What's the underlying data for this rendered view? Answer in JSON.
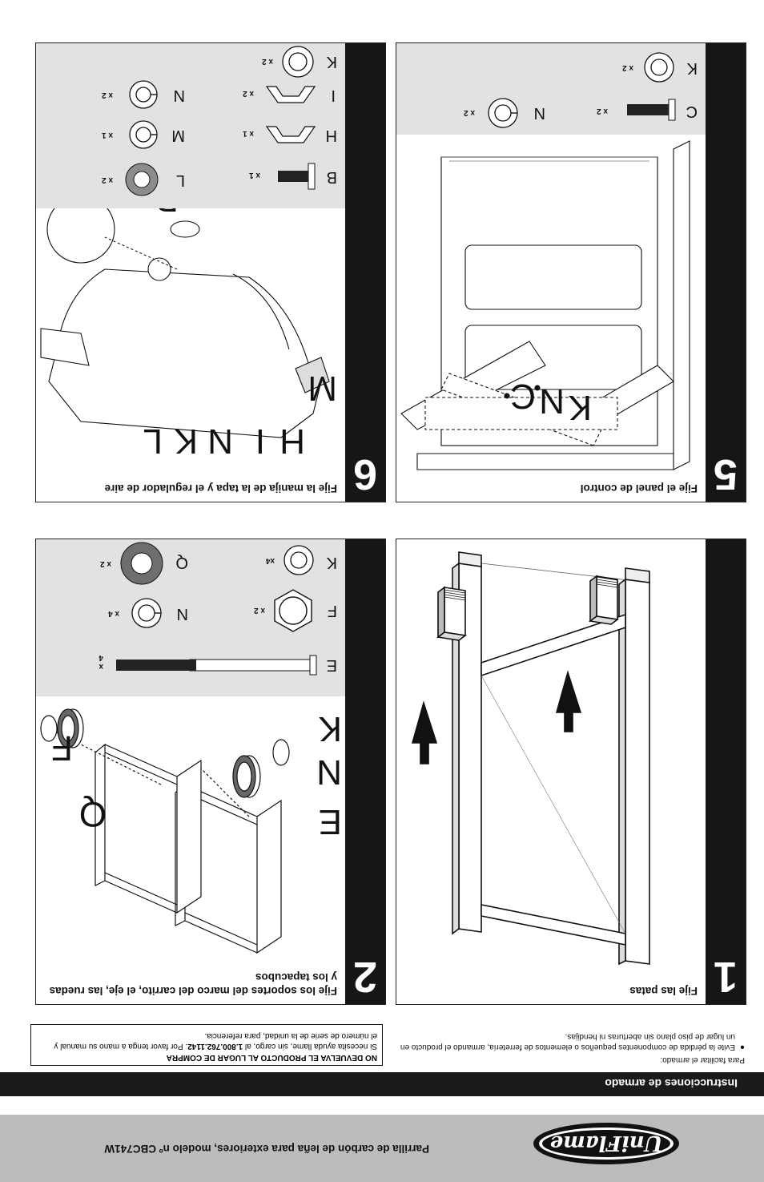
{
  "header": {
    "brand": "UniFlame",
    "title": "Parrilla de carbón de leña para exteriores, modelo nº CBC741W"
  },
  "section_title": "Instrucciones de armado",
  "intro": {
    "lead": "Para facilitar el armado:",
    "bullet_1": "Evite la pérdida de componentes pequeños o elementos de ferretería, armando el producto en",
    "bullet_2": "un lugar de piso plano sin aberturas ni hendijas."
  },
  "notice": {
    "title": "NO DEVUELVA EL PRODUCTO AL LUGAR DE COMPRA",
    "line1_a": "Si necesita ayuda llame, sin cargo, al ",
    "phone": "1.800.762.1142",
    "line1_b": ".  Por favor tenga a mano su manual y",
    "line2": "el número de serie de la unidad, para referencia."
  },
  "steps": [
    {
      "number": "1",
      "title": "Fije las patas"
    },
    {
      "number": "2",
      "title": "Fije los soportes del marco del carrito, el eje, las ruedas y los tapacubos",
      "callouts": [
        "F",
        "Q",
        "K",
        "N",
        "E"
      ],
      "parts": [
        {
          "letter": "E",
          "qty": "x 4"
        },
        {
          "letter": "F",
          "qty": "x 2"
        },
        {
          "letter": "K",
          "qty": "x4"
        },
        {
          "letter": "N",
          "qty": "x 4"
        },
        {
          "letter": "Q",
          "qty": "x 2"
        }
      ]
    },
    {
      "number": "5",
      "title": "Fije el panel de control",
      "callouts": [
        "K",
        "N",
        "C"
      ],
      "parts": [
        {
          "letter": "C",
          "qty": "x 2"
        },
        {
          "letter": "N",
          "qty": "x 2"
        },
        {
          "letter": "K",
          "qty": "x 2"
        }
      ]
    },
    {
      "number": "6",
      "title": "Fije la manija de la tapa y el regulador de aire",
      "callouts": [
        "B",
        "M",
        "H",
        "I",
        "N",
        "K",
        "L"
      ],
      "parts": [
        {
          "letter": "B",
          "qty": "x 1"
        },
        {
          "letter": "H",
          "qty": "x 1"
        },
        {
          "letter": "I",
          "qty": "x 2"
        },
        {
          "letter": "K",
          "qty": "x 2"
        },
        {
          "letter": "L",
          "qty": "x 2"
        },
        {
          "letter": "M",
          "qty": "x 1"
        },
        {
          "letter": "N",
          "qty": "x 2"
        }
      ]
    }
  ]
}
